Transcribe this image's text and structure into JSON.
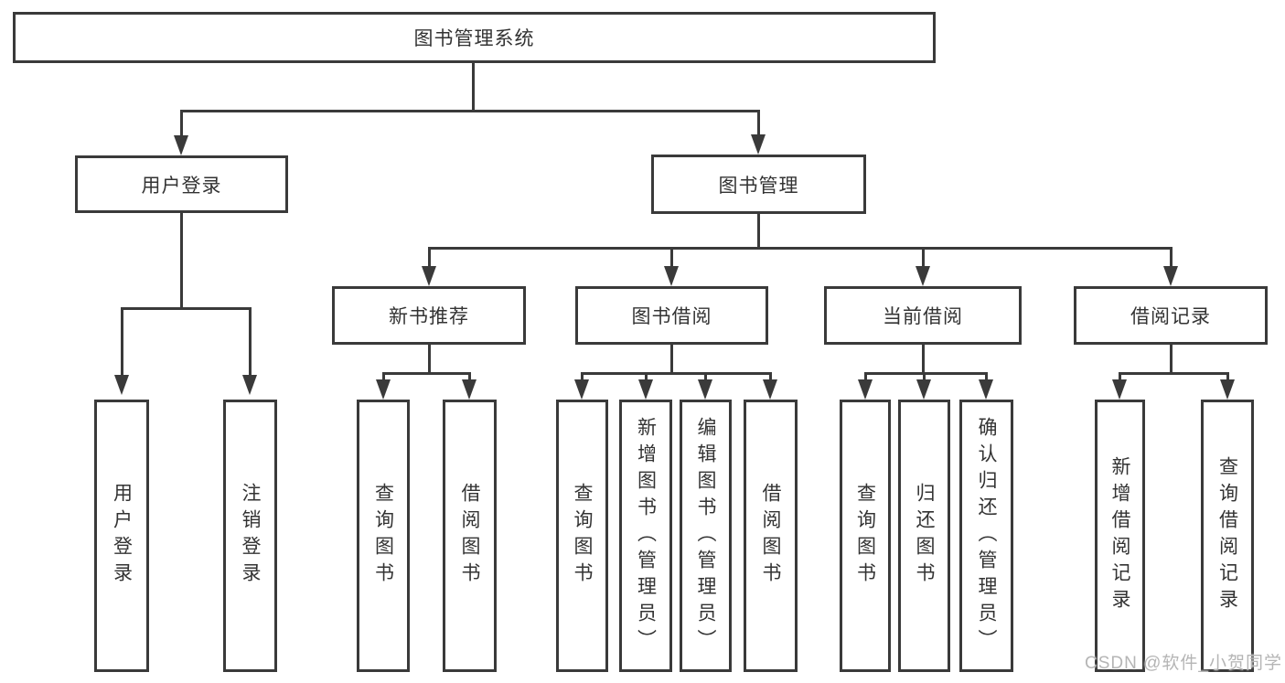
{
  "diagram": {
    "root": {
      "label": "图书管理系统"
    },
    "level2": [
      {
        "label": "用户登录"
      },
      {
        "label": "图书管理"
      }
    ],
    "level3": [
      {
        "label": "新书推荐"
      },
      {
        "label": "图书借阅"
      },
      {
        "label": "当前借阅"
      },
      {
        "label": "借阅记录"
      }
    ],
    "leaves": {
      "user_login": [
        {
          "label": "用户登录"
        },
        {
          "label": "注销登录"
        }
      ],
      "new_book": [
        {
          "label": "查询图书"
        },
        {
          "label": "借阅图书"
        }
      ],
      "book_borrow": [
        {
          "label": "查询图书"
        },
        {
          "label": "新增图书（管理员）"
        },
        {
          "label": "编辑图书（管理员）"
        },
        {
          "label": "借阅图书"
        }
      ],
      "current_borrow": [
        {
          "label": "查询图书"
        },
        {
          "label": "归还图书"
        },
        {
          "label": "确认归还（管理员）"
        }
      ],
      "records": [
        {
          "label": "新增借阅记录"
        },
        {
          "label": "查询借阅记录"
        }
      ]
    }
  },
  "watermark": {
    "text": "CSDN @软件_小贺同学"
  },
  "colors": {
    "line": "#3a3a3a",
    "text": "#333333",
    "watermark": "#b5b5b5",
    "background": "#ffffff"
  }
}
